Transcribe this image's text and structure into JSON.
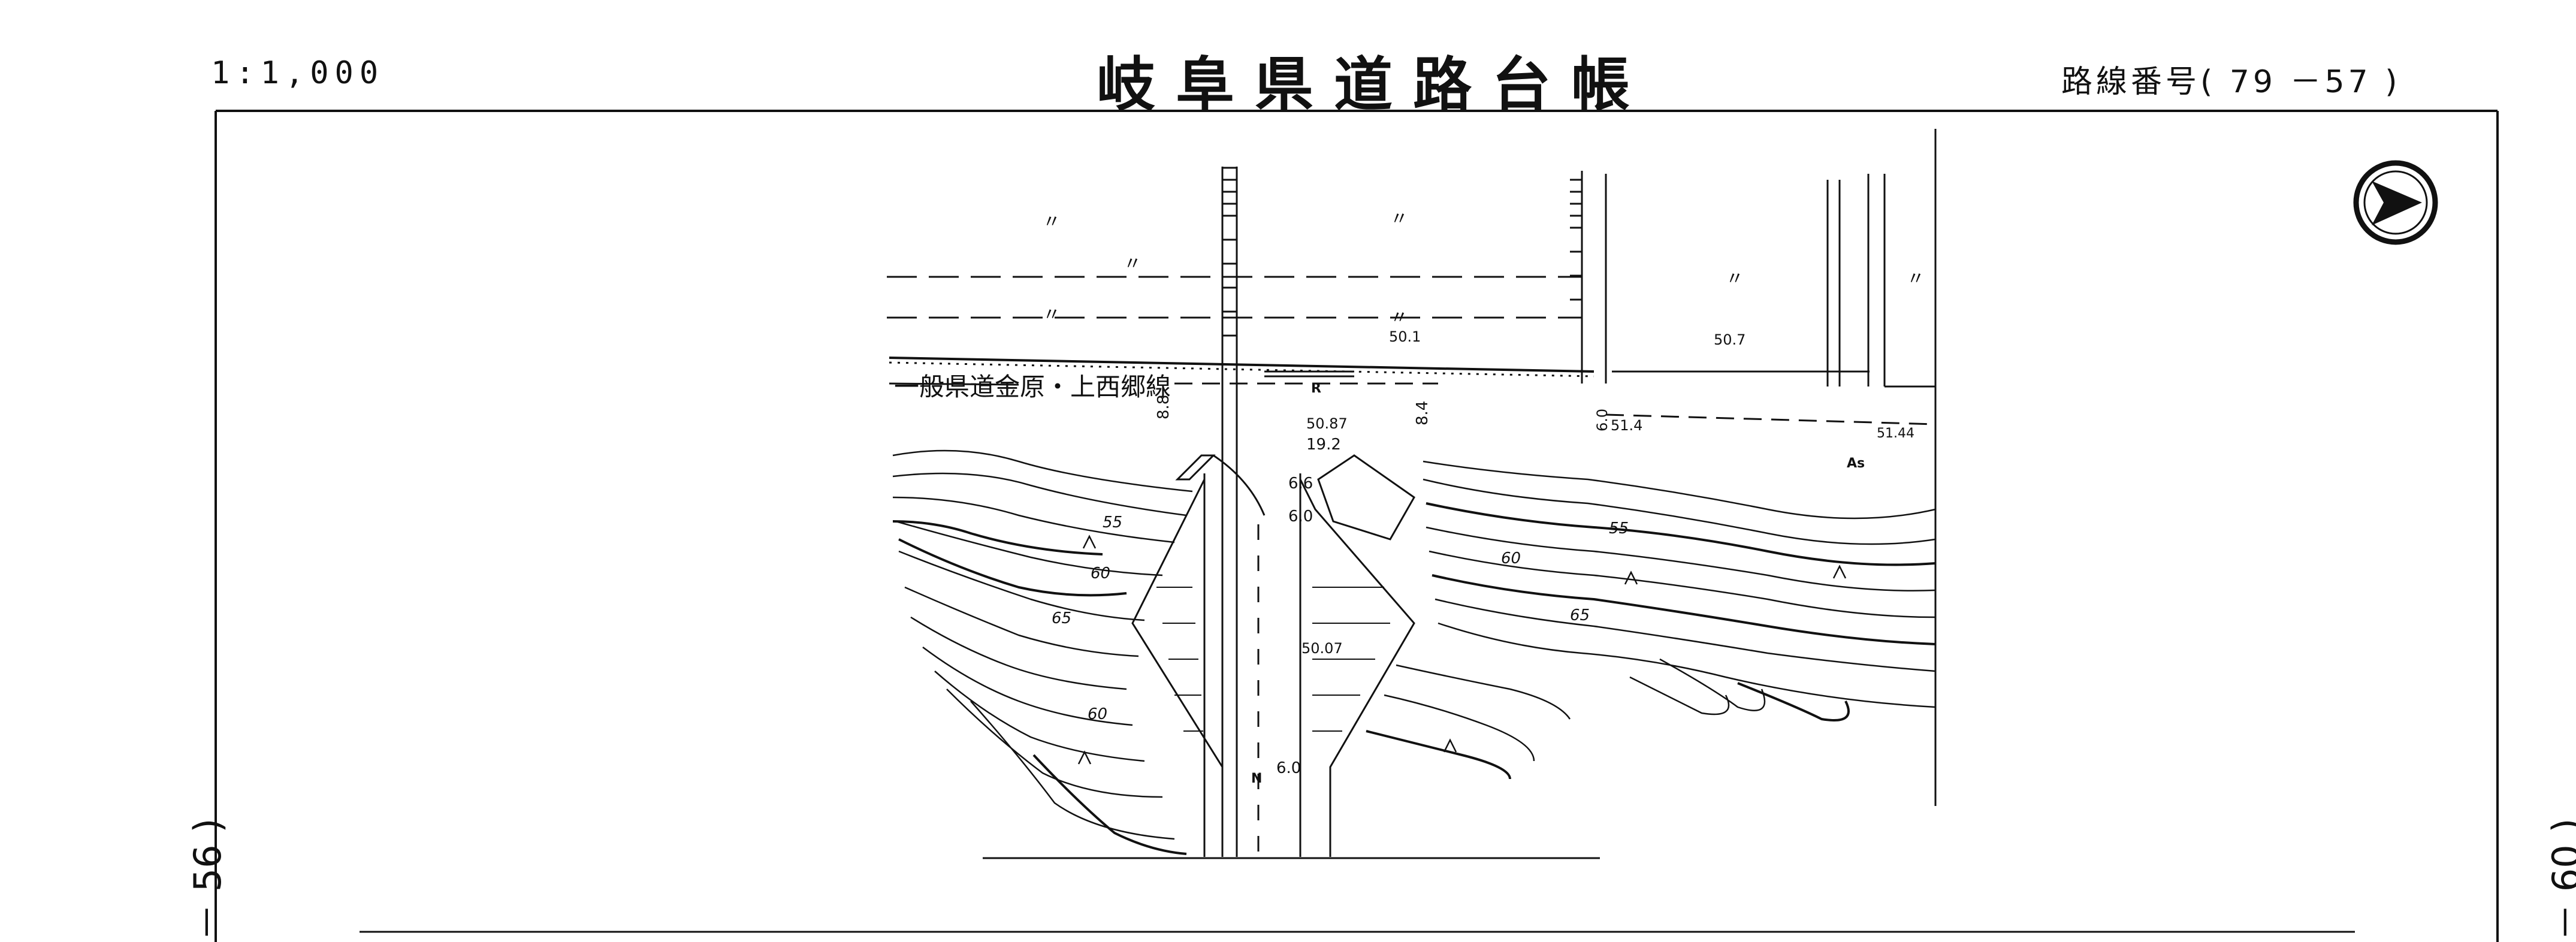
{
  "header": {
    "scale": "1:1,000",
    "title": "岐阜県道路台帳",
    "route_number": "路線番号( 79 －57 )"
  },
  "side_labels": {
    "left": "－ 56 )",
    "right": "－ 60 )"
  },
  "map": {
    "road_name": "一般県道金原・上西郷線",
    "north_arrow": "north-arrow-symbol",
    "plot_marks": [
      "〃",
      "〃",
      "〃",
      "〃",
      "〃",
      "〃",
      "〃"
    ],
    "elevations": {
      "e501": "50.1",
      "e507": "50.7",
      "e5087": "50.87",
      "e514": "51.4",
      "e5144": "51.44",
      "e5007": "50.07"
    },
    "widths": {
      "w88": "8.8",
      "w84": "8.4",
      "w60a": "6.0",
      "w192": "19.2",
      "w66": "6.6",
      "w60b": "6.0",
      "w60c": "6.0"
    },
    "contours": {
      "c55a": "55",
      "c60a": "60",
      "c65a": "65",
      "c60b": "60",
      "c55b": "55",
      "c60c": "60",
      "c65b": "65"
    },
    "marks": {
      "radius": "R",
      "asphalt": "As",
      "north_point": "N"
    }
  }
}
